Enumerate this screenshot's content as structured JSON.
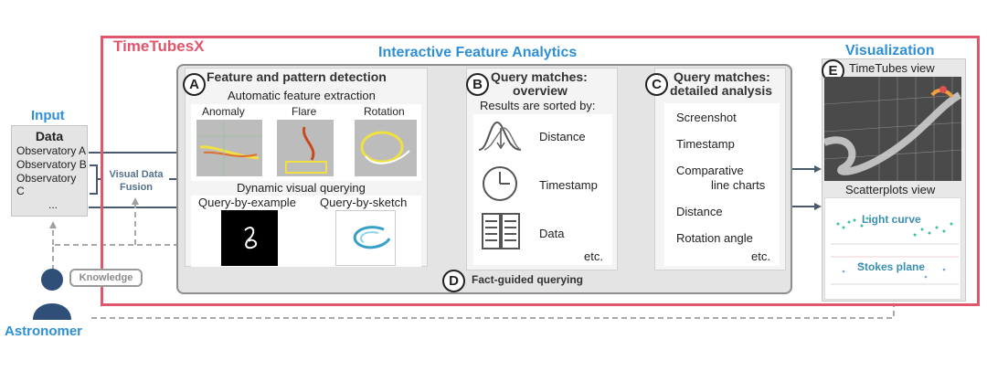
{
  "input": {
    "title": "Input",
    "data_title": "Data",
    "observatories": [
      "Observatory A",
      "Observatory B",
      "Observatory C",
      "..."
    ]
  },
  "fusion_label": "Visual Data Fusion",
  "app_title": "TimeTubesX",
  "ifa_title": "Interactive Feature Analytics",
  "panel_a": {
    "letter": "A",
    "title": "Feature and pattern detection",
    "auto_label": "Automatic feature extraction",
    "features": [
      "Anomaly",
      "Flare",
      "Rotation"
    ],
    "dynamic_label": "Dynamic visual querying",
    "queries": [
      "Query-by-example",
      "Query-by-sketch"
    ]
  },
  "panel_b": {
    "letter": "B",
    "title_line1": "Query matches:",
    "title_line2": "overview",
    "sorted_label": "Results are sorted by:",
    "items": [
      "Distance",
      "Timestamp",
      "Data"
    ],
    "etc": "etc."
  },
  "panel_c": {
    "letter": "C",
    "title_line1": "Query matches:",
    "title_line2": "detailed analysis",
    "items": [
      "Screenshot",
      "Timestamp",
      "Comparative",
      "line charts",
      "Distance",
      "Rotation angle"
    ],
    "etc": "etc."
  },
  "feedback": {
    "letter": "D",
    "label": "Fact-guided querying"
  },
  "visualization": {
    "title": "Visualization",
    "letter": "E",
    "timetubes_label": "TimeTubes view",
    "scatter_label": "Scatterplots view",
    "light_curve": "Light curve",
    "stokes_plane": "Stokes plane"
  },
  "user": {
    "knowledge_label": "Knowledge",
    "astronomer_label": "Astronomer"
  },
  "colors": {
    "accent_red": "#e0566c",
    "accent_blue": "#2f8fd6",
    "arrow": "#4a5a6e"
  }
}
